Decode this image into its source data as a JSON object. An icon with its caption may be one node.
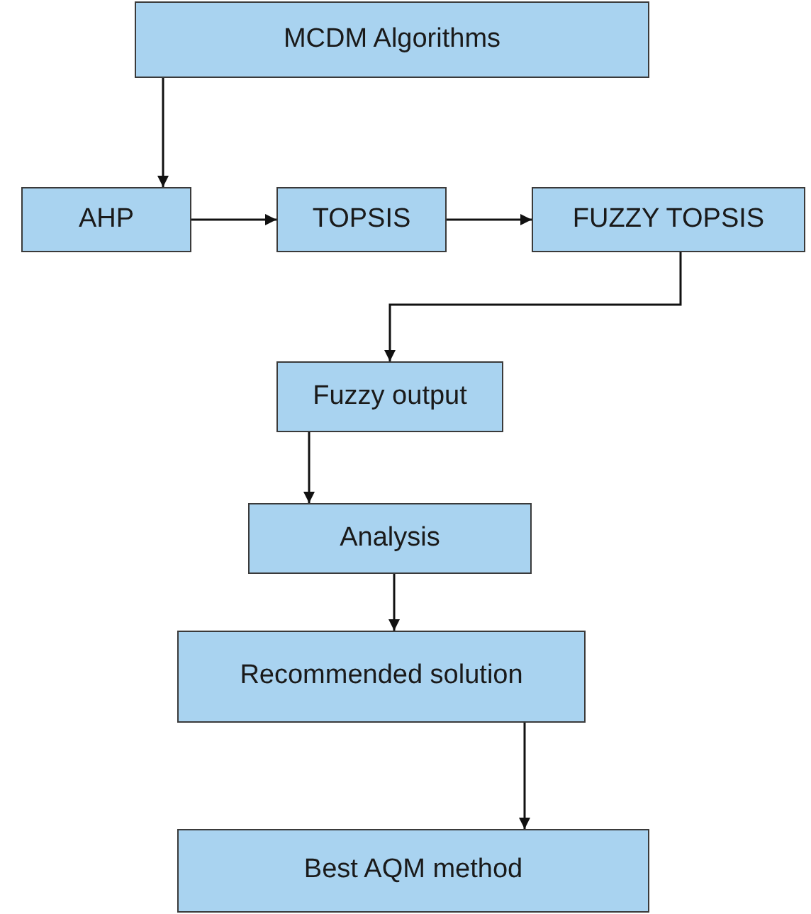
{
  "diagram": {
    "nodes": [
      {
        "text": [
          "MCDM Algorithms"
        ]
      },
      {
        "text": [
          "AHP"
        ]
      },
      {
        "text": [
          "TOPSIS"
        ]
      },
      {
        "text": [
          "FUZZY TOPSIS"
        ]
      },
      {
        "text": [
          "Fuzzy output"
        ]
      },
      {
        "text": [
          "Analysis"
        ]
      },
      {
        "text": [
          "Recommended solution"
        ]
      },
      {
        "text": [
          "Best AQM method"
        ]
      }
    ],
    "edges": [
      {
        "from": 0,
        "to": 1,
        "arrow": "to"
      },
      {
        "from": 1,
        "to": 2,
        "arrow": "to"
      },
      {
        "from": 2,
        "to": 3,
        "arrow": "to"
      },
      {
        "from": 3,
        "to": 4,
        "arrow": "to"
      },
      {
        "from": 4,
        "to": 5,
        "arrow": "to"
      },
      {
        "from": 5,
        "to": 6,
        "arrow": "to"
      },
      {
        "from": 6,
        "to": 7,
        "arrow": "to"
      }
    ]
  }
}
